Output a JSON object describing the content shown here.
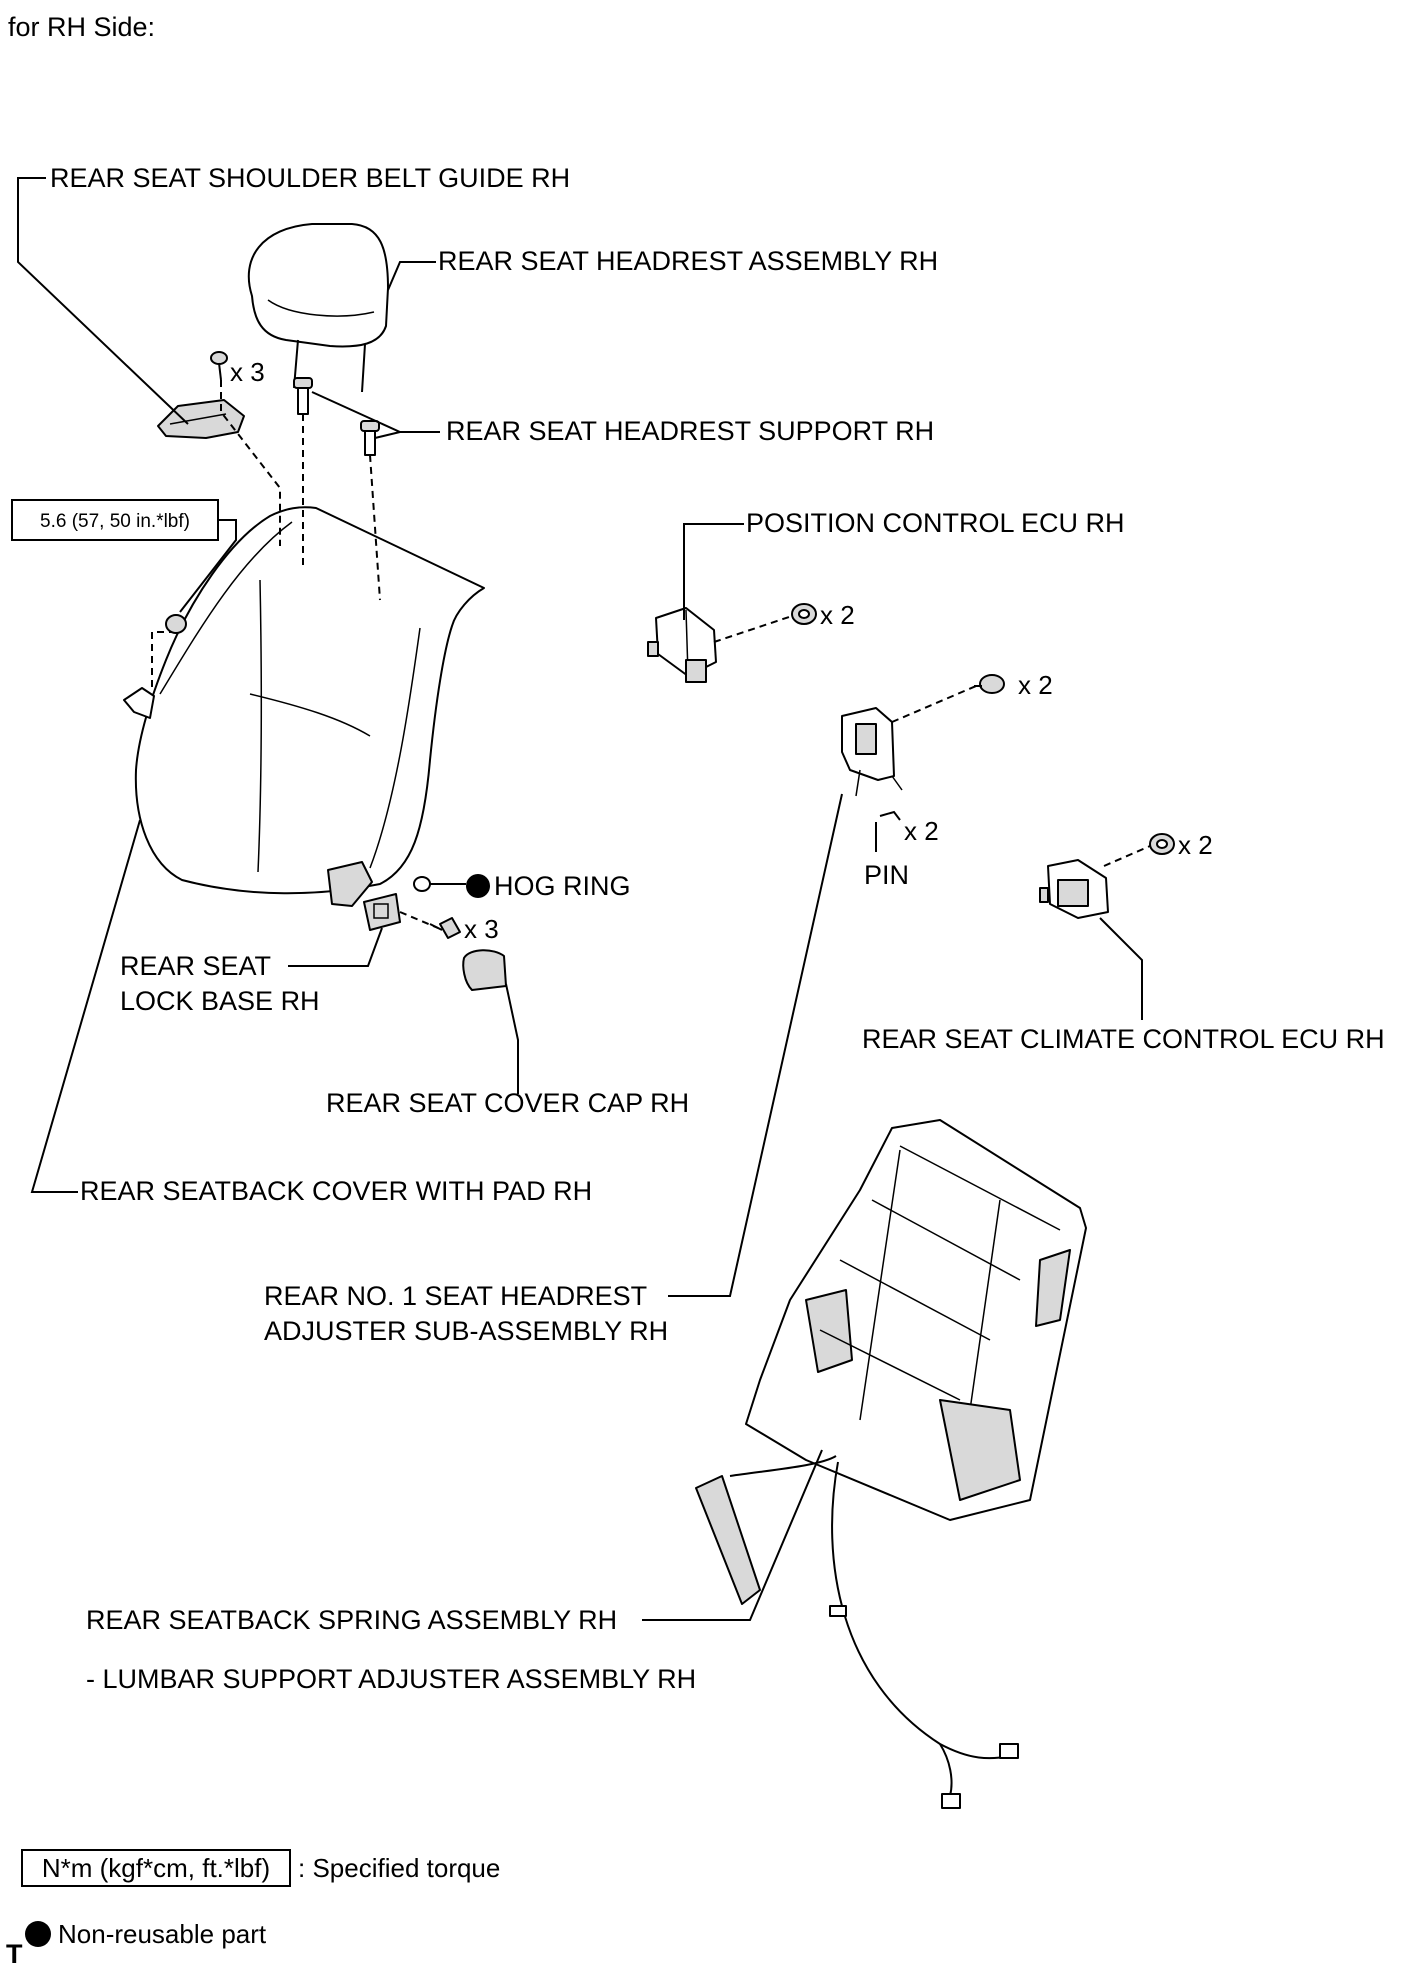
{
  "header": {
    "side_label": "for RH Side:"
  },
  "labels": {
    "shoulder_belt_guide": "REAR SEAT SHOULDER BELT GUIDE RH",
    "headrest_assembly": "REAR SEAT HEADREST ASSEMBLY RH",
    "headrest_support": "REAR SEAT HEADREST SUPPORT RH",
    "position_control_ecu": "POSITION CONTROL ECU RH",
    "hog_ring": "HOG RING",
    "lock_base_line1": "REAR SEAT",
    "lock_base_line2": "LOCK BASE RH",
    "pin": "PIN",
    "climate_control_ecu": "REAR SEAT CLIMATE CONTROL ECU RH",
    "cover_cap": "REAR SEAT COVER CAP RH",
    "seatback_cover": "REAR SEATBACK COVER WITH PAD RH",
    "headrest_adjuster_line1": "REAR NO. 1 SEAT HEADREST",
    "headrest_adjuster_line2": "ADJUSTER SUB-ASSEMBLY RH",
    "spring_assembly": "REAR SEATBACK SPRING ASSEMBLY RH",
    "lumbar_support": "- LUMBAR SUPPORT ADJUSTER ASSEMBLY RH"
  },
  "quantities": {
    "belt_guide_screws": "x 3",
    "ecu_nuts": "x 2",
    "adjuster_bolts": "x 2",
    "pins": "x 2",
    "climate_ecu_nuts": "x 2",
    "lock_base_bolts": "x 3"
  },
  "torque": {
    "value": "5.6 (57, 50 in.*lbf)"
  },
  "legend": {
    "torque_box": "N*m (kgf*cm, ft.*lbf)",
    "torque_desc": ": Specified torque",
    "non_reusable": "Non-reusable part"
  },
  "footer": {
    "mark": "T"
  }
}
